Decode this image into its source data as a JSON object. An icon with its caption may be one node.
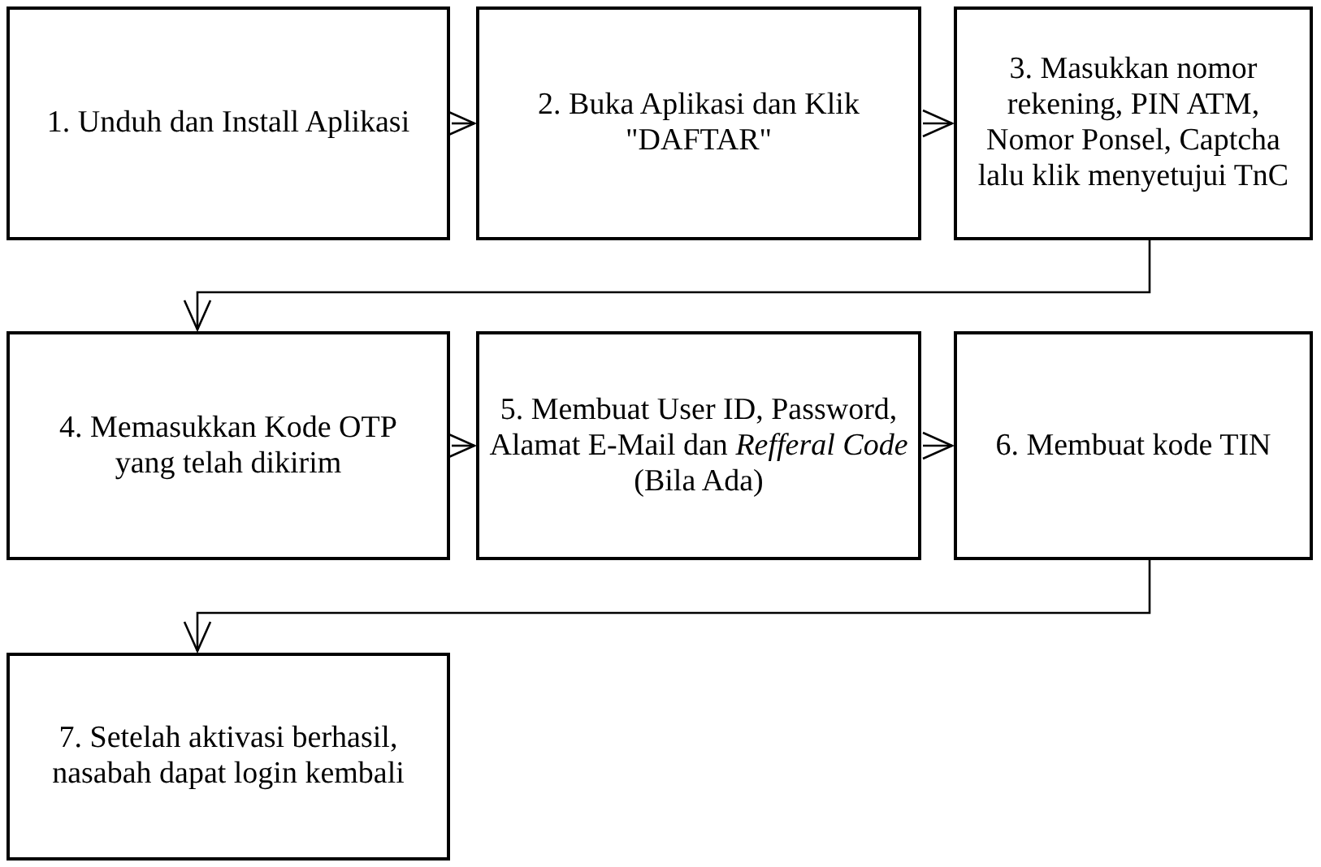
{
  "diagram": {
    "nodes": [
      {
        "text": [
          "1. Unduh dan Install Aplikasi"
        ]
      },
      {
        "text": [
          "2. Buka Aplikasi dan Klik \"DAFTAR\""
        ]
      },
      {
        "text": [
          "3. Masukkan nomor rekening, PIN ATM, Nomor Ponsel, Captcha lalu klik menyetujui TnC"
        ]
      },
      {
        "text": [
          "4. Memasukkan Kode OTP yang telah dikirim"
        ]
      },
      {
        "text": [
          "5. Membuat User ID, Password, Alamat E-Mail dan *Refferal Code* (Bila Ada)"
        ]
      },
      {
        "text": [
          "6. Membuat kode TIN"
        ]
      },
      {
        "text": [
          "7. Setelah aktivasi berhasil, nasabah dapat login kembali"
        ]
      }
    ],
    "edges": [
      {
        "from": 0,
        "to": 1,
        "arrow": "to"
      },
      {
        "from": 1,
        "to": 2,
        "arrow": "to"
      },
      {
        "from": 2,
        "to": 3,
        "arrow": "to"
      },
      {
        "from": 3,
        "to": 4,
        "arrow": "to"
      },
      {
        "from": 4,
        "to": 5,
        "arrow": "to"
      },
      {
        "from": 5,
        "to": 6,
        "arrow": "to"
      }
    ]
  }
}
